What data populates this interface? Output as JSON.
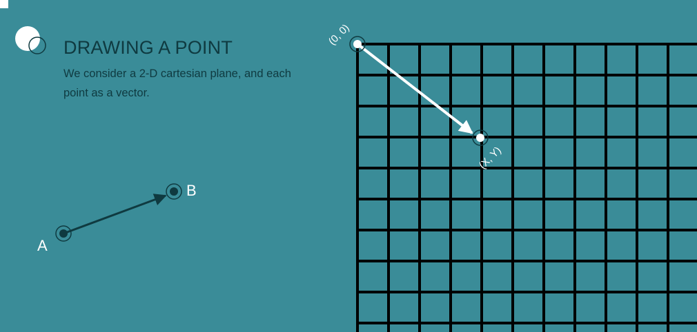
{
  "header": {
    "title": "DRAWING A POINT",
    "subtitle": "We consider a 2-D cartesian plane, and each point as a vector."
  },
  "vector": {
    "start_label": "A",
    "end_label": "B"
  },
  "grid": {
    "origin_label": "(0, 0)",
    "point_label": "(X, Y)",
    "columns": 11,
    "rows": 9
  },
  "colors": {
    "background": "#3a8c98",
    "text_dark": "#0f3a40",
    "grid_line": "#000000",
    "accent": "#ffffff"
  },
  "icons": {
    "logo": "overlapping-circles-icon"
  }
}
